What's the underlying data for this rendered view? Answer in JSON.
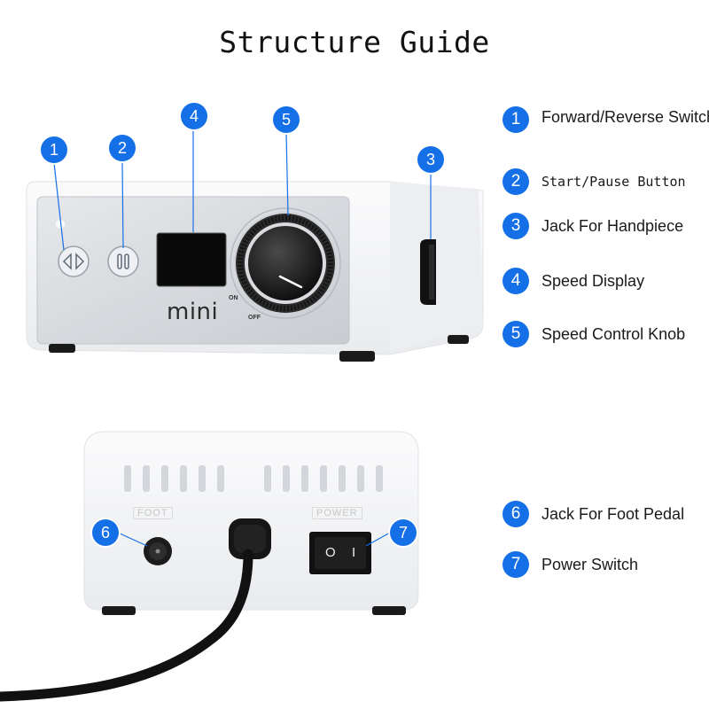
{
  "title": "Structure Guide",
  "device": {
    "brand": "mini",
    "knob_on_label": "ON",
    "knob_off_label": "OFF",
    "foot_port_label": "FOOT",
    "power_port_label": "POWER",
    "switch_off_symbol": "O",
    "switch_on_symbol": "I"
  },
  "callouts": [
    "1",
    "2",
    "3",
    "4",
    "5",
    "6",
    "7"
  ],
  "legend": [
    {
      "num": "1",
      "label": "Forward/Reverse Switch"
    },
    {
      "num": "2",
      "label": "Start/Pause Button"
    },
    {
      "num": "3",
      "label": "Jack For Handpiece"
    },
    {
      "num": "4",
      "label": "Speed Display"
    },
    {
      "num": "5",
      "label": "Speed Control Knob"
    },
    {
      "num": "6",
      "label": "Jack For Foot Pedal"
    },
    {
      "num": "7",
      "label": "Power Switch"
    }
  ],
  "colors": {
    "accent": "#1570e8",
    "device_body": "#f4f5f7",
    "panel": "#d6d9de"
  }
}
